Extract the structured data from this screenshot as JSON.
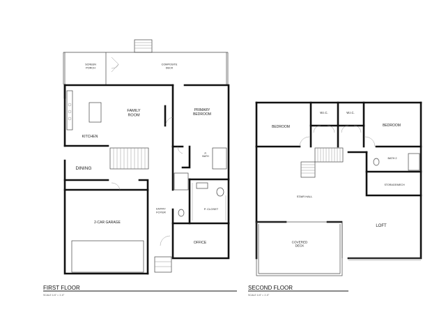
{
  "floors": [
    {
      "title": "FIRST FLOOR",
      "scale": "SCALE 1/4\" = 1'-0\"",
      "rooms": [
        {
          "lines": [
            "SCREEN",
            "PORCH"
          ]
        },
        {
          "lines": [
            "COMPOSITE",
            "DECK"
          ]
        },
        {
          "lines": [
            "FAMILY",
            "ROOM"
          ]
        },
        {
          "lines": [
            "KITCHEN"
          ]
        },
        {
          "lines": [
            "PRIMARY",
            "BEDROOM"
          ]
        },
        {
          "lines": [
            "P.",
            "BATH"
          ]
        },
        {
          "lines": [
            "DINING"
          ]
        },
        {
          "lines": [
            "P. CLOSET"
          ]
        },
        {
          "lines": [
            "2-CAR GARAGE"
          ]
        },
        {
          "lines": [
            "ENTRY",
            "FOYER"
          ]
        },
        {
          "lines": [
            "OFFICE"
          ]
        }
      ]
    },
    {
      "title": "SECOND FLOOR",
      "scale": "SCALE 1/4\" = 1'-0\"",
      "rooms": [
        {
          "lines": [
            "W.I.C."
          ]
        },
        {
          "lines": [
            "W.I.C."
          ]
        },
        {
          "lines": [
            "BEDROOM"
          ]
        },
        {
          "lines": [
            "BEDROOM"
          ]
        },
        {
          "lines": [
            "BATH 2"
          ]
        },
        {
          "lines": [
            "STORAGE/MECH"
          ]
        },
        {
          "lines": [
            "STAIR HALL"
          ]
        },
        {
          "lines": [
            "LOFT"
          ]
        },
        {
          "lines": [
            "COVERED",
            "DECK"
          ]
        }
      ]
    }
  ]
}
